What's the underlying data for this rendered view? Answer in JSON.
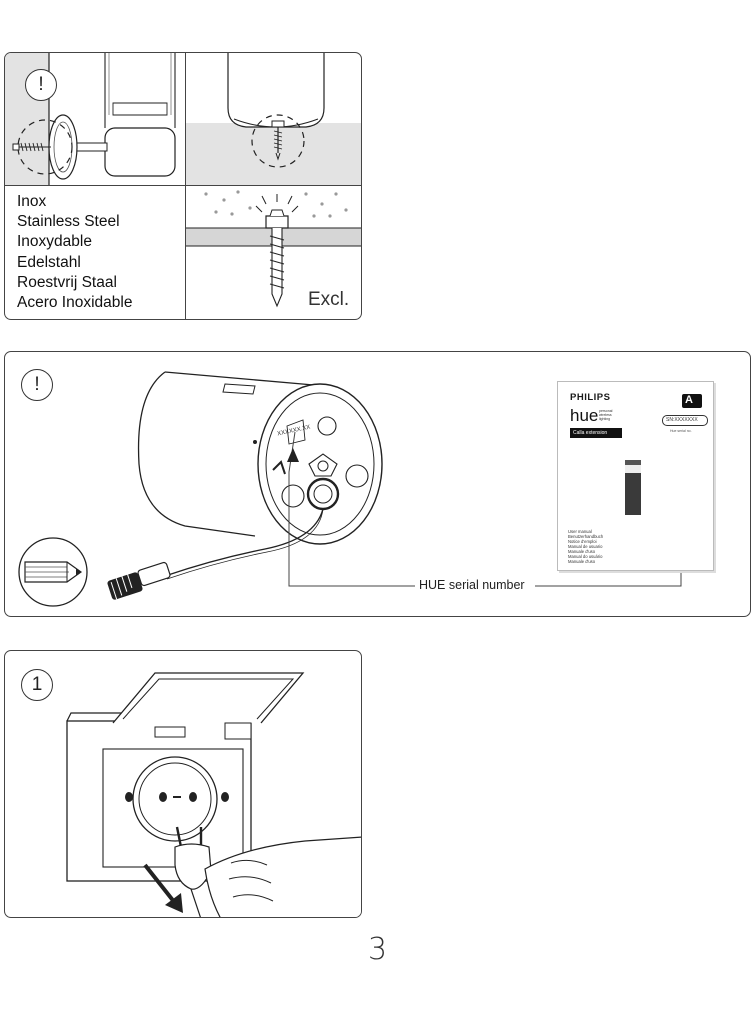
{
  "panel_top": {
    "badge": "!",
    "materials": [
      "Inox",
      "Stainless Steel",
      "Inoxydable",
      "Edelstahl",
      "Roestvrij Staal",
      "Acero Inoxidable"
    ],
    "excl_label": "Excl."
  },
  "panel_mid": {
    "badge": "!",
    "serial_label": "HUE serial number",
    "box": {
      "brand": "PHILIPS",
      "product": "hue",
      "product_sub": "personal wireless lighting",
      "model": "Calla extension",
      "energy_class": "A",
      "serial_code": "SN:XXXXXXX",
      "serial_caption": "Hue serial no.",
      "manual_lines": [
        "User manual",
        "Benutzerhandbuch",
        "Notice d'emploi",
        "Manual de usuario",
        "Manuale d'uso",
        "Manual do usuário",
        "Manuale d'uso"
      ]
    },
    "device_serial": "XXXXXX.XX"
  },
  "panel_bottom": {
    "badge": "1"
  },
  "page_number": "3",
  "colors": {
    "line": "#222222",
    "panel_border": "#444444",
    "shade": "#d9d9d9"
  }
}
